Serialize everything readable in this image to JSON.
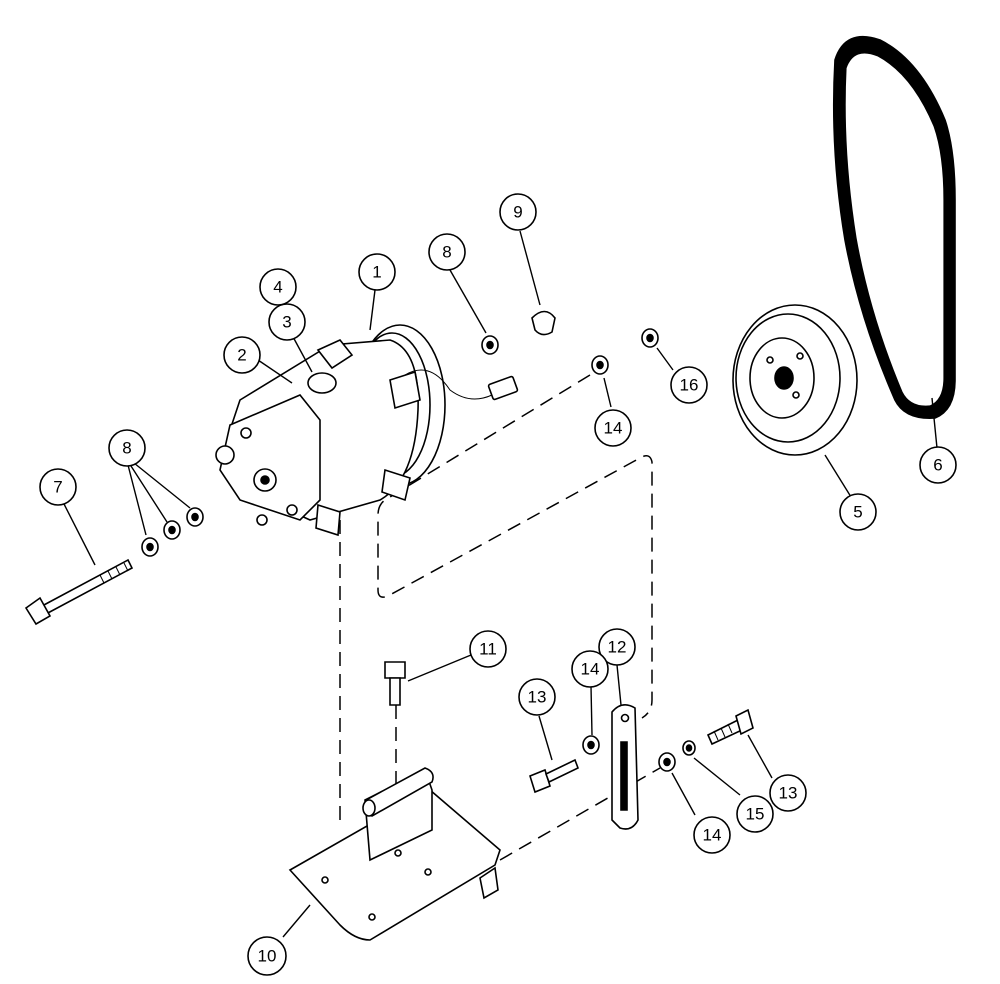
{
  "callouts": [
    {
      "id": "c1",
      "label": "1"
    },
    {
      "id": "c2",
      "label": "2"
    },
    {
      "id": "c3",
      "label": "3"
    },
    {
      "id": "c4",
      "label": "4"
    },
    {
      "id": "c5",
      "label": "5"
    },
    {
      "id": "c6",
      "label": "6"
    },
    {
      "id": "c7",
      "label": "7"
    },
    {
      "id": "c8a",
      "label": "8"
    },
    {
      "id": "c8b",
      "label": "8"
    },
    {
      "id": "c9",
      "label": "9"
    },
    {
      "id": "c10",
      "label": "10"
    },
    {
      "id": "c11",
      "label": "11"
    },
    {
      "id": "c12",
      "label": "12"
    },
    {
      "id": "c13a",
      "label": "13"
    },
    {
      "id": "c13b",
      "label": "13"
    },
    {
      "id": "c14a",
      "label": "14"
    },
    {
      "id": "c14b",
      "label": "14"
    },
    {
      "id": "c14c",
      "label": "14"
    },
    {
      "id": "c15",
      "label": "15"
    },
    {
      "id": "c16",
      "label": "16"
    }
  ],
  "colors": {
    "line": "#000000",
    "background": "#ffffff"
  }
}
